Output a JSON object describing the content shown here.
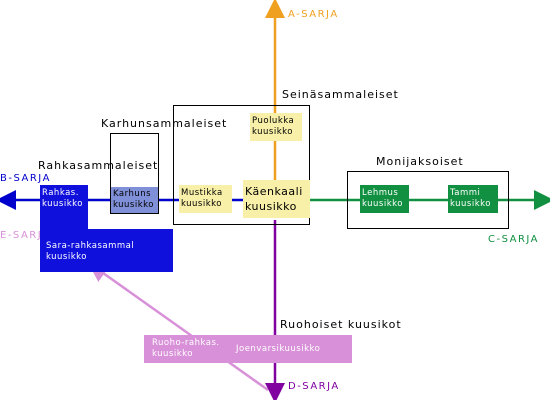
{
  "axes": {
    "a": {
      "label": "A-SARJA",
      "color": "#f0a020"
    },
    "b": {
      "label": "B-SARJA",
      "color": "#0000cc"
    },
    "c": {
      "label": "C-SARJA",
      "color": "#109040"
    },
    "d": {
      "label": "D-SARJA",
      "color": "#8000a0"
    },
    "e": {
      "label": "E-SARJA",
      "color": "#d890d8"
    }
  },
  "groups": {
    "seinasammaleiset": "Seinäsammaleiset",
    "karhunsammaleiset": "Karhunsammaleiset",
    "rahkasammaleiset": "Rahkasammaleiset",
    "monijaksoiset": "Monijaksoiset",
    "ruohoiset": "Ruohoiset kuusikot"
  },
  "types": {
    "puolukka": "Puolukka\nkuusikko",
    "mustikka": "Mustikka\nkuusikko",
    "kaenkaali": "Käenkaali\nkuusikko",
    "karhuns": "Karhuns\nkuusikko",
    "rahkas": "Rahkas.\nkuusikko",
    "sara": "Sara-rahkasammal\nkuusikko",
    "lehmus": "Lehmus\nkuusikko",
    "tammi": "Tammi\nkuusikko",
    "ruoho_rahkas": "Ruoho-rahkas.\nkuusikko",
    "joenvarsi": "Joenvarsikuusikko"
  },
  "colors": {
    "yellow_box": "#f8f0a8",
    "light_blue_box": "#8090d8",
    "dark_blue_box": "#1010dd",
    "green_box": "#109040",
    "lilac_box": "#d890d8"
  }
}
